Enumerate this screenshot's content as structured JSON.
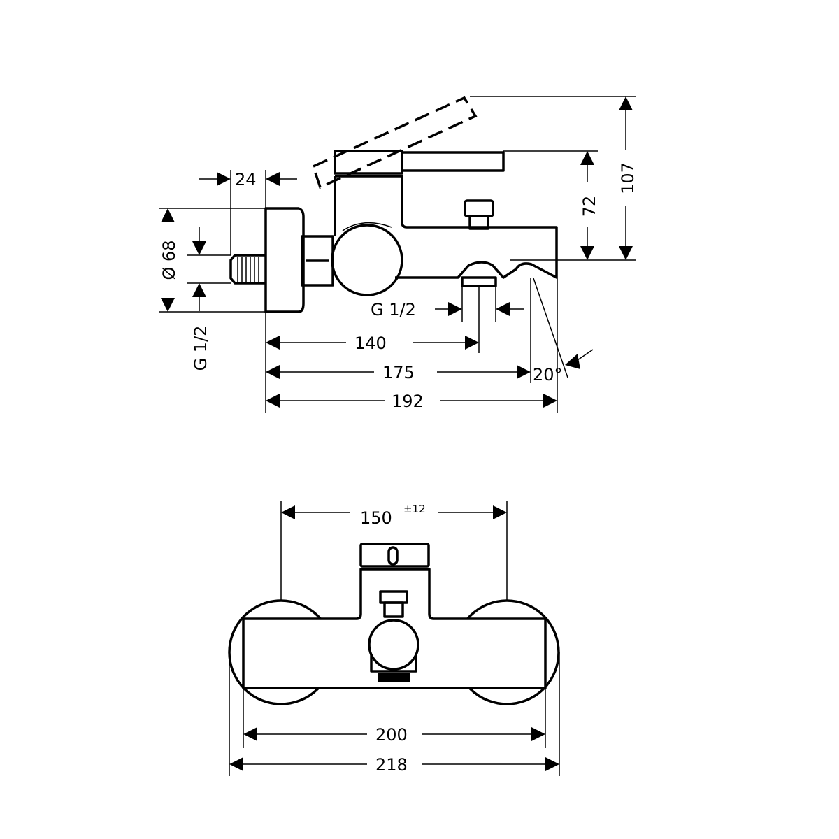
{
  "side_view": {
    "dim_24": "24",
    "dim_diameter": "Ø  68",
    "dim_inlet_thread": "G 1/2",
    "dim_outlet_thread": "G 1/2",
    "dim_140": "140",
    "dim_175": "175",
    "dim_192": "192",
    "dim_angle": "20°",
    "dim_72": "72",
    "dim_107": "107"
  },
  "front_view": {
    "dim_150": "150",
    "dim_150_tolerance": "±12",
    "dim_200": "200",
    "dim_218": "218"
  }
}
